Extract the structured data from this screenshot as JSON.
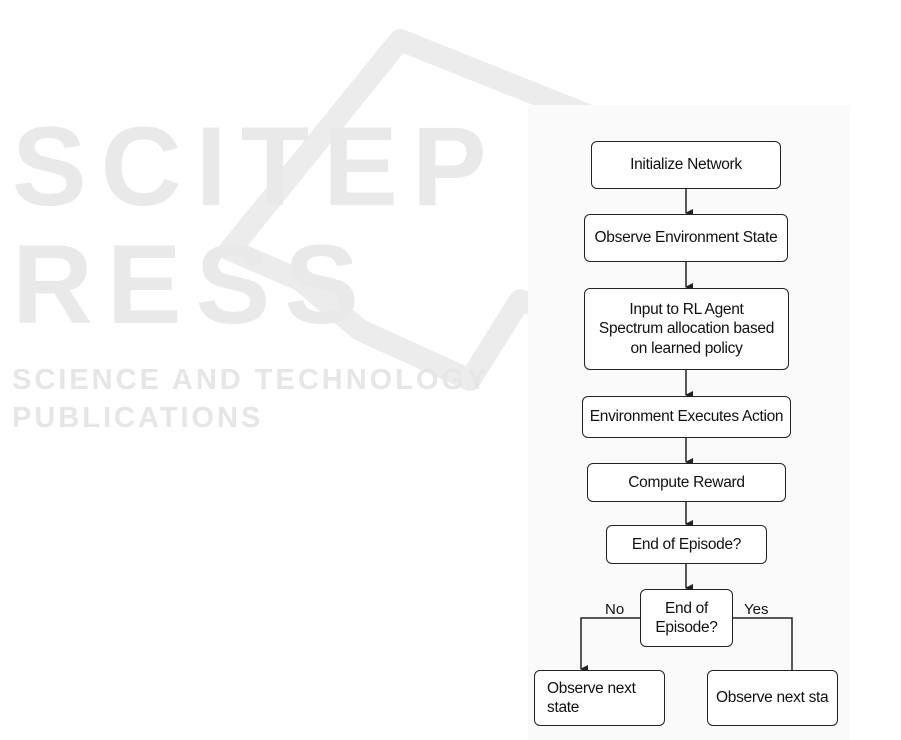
{
  "watermark": {
    "title": "SCITEPRESS",
    "subtitle": "SCIENCE AND TECHNOLOGY PUBLICATIONS"
  },
  "flowchart": {
    "steps": [
      "Initialize Network",
      "Observe Environment State",
      "Input to RL Agent\nSpectrum allocation based\non learned policy",
      "Environment Executes Action",
      "Compute Reward",
      "End of Episode?"
    ],
    "decision": "End of\nEpisode?",
    "branch_no": "No",
    "branch_yes": "Yes",
    "outcome_no": "Observe next\nstate",
    "outcome_yes": "Observe next sta"
  }
}
